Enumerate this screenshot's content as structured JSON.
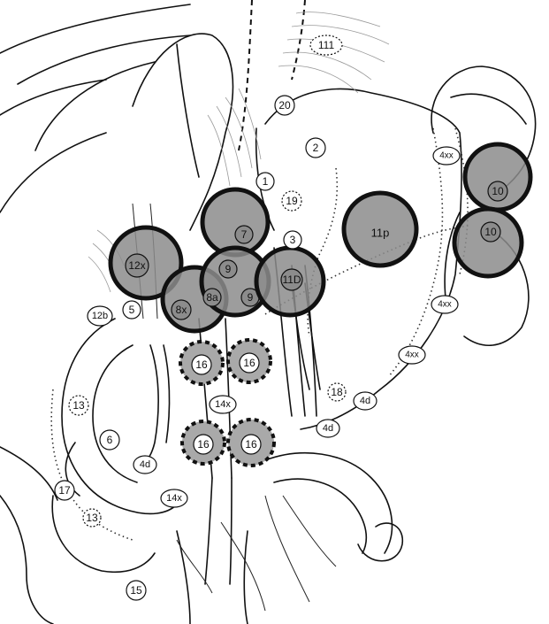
{
  "colors": {
    "line": "#111111",
    "highlight_fill": "#8c8c8c",
    "dashed_fill": "#a9a9a9",
    "label_fill": "#ffffff"
  },
  "stations": {
    "n1": "1",
    "n2": "2",
    "n3": "3",
    "n5": "5",
    "n6": "6",
    "n7": "7",
    "n8x": "8x",
    "n8a": "8a",
    "n9": "9",
    "n10a": "10",
    "n10b": "10",
    "n11d": "11D",
    "n11p": "11p",
    "n11i": "111",
    "n12x": "12x",
    "n12b": "12b",
    "n13a": "13",
    "n13b": "13",
    "n14xa": "14x",
    "n14xb": "14x",
    "n15": "15",
    "n16a": "16",
    "n16b": "16",
    "n16c": "16",
    "n16d": "16",
    "n17": "17",
    "n18": "18",
    "n19": "19",
    "n20": "20",
    "n4xxa": "4xx",
    "n4xxb": "4xx",
    "n4xxc": "4xx",
    "n4da": "4d",
    "n4db": "4d",
    "n4dc": "4d"
  }
}
